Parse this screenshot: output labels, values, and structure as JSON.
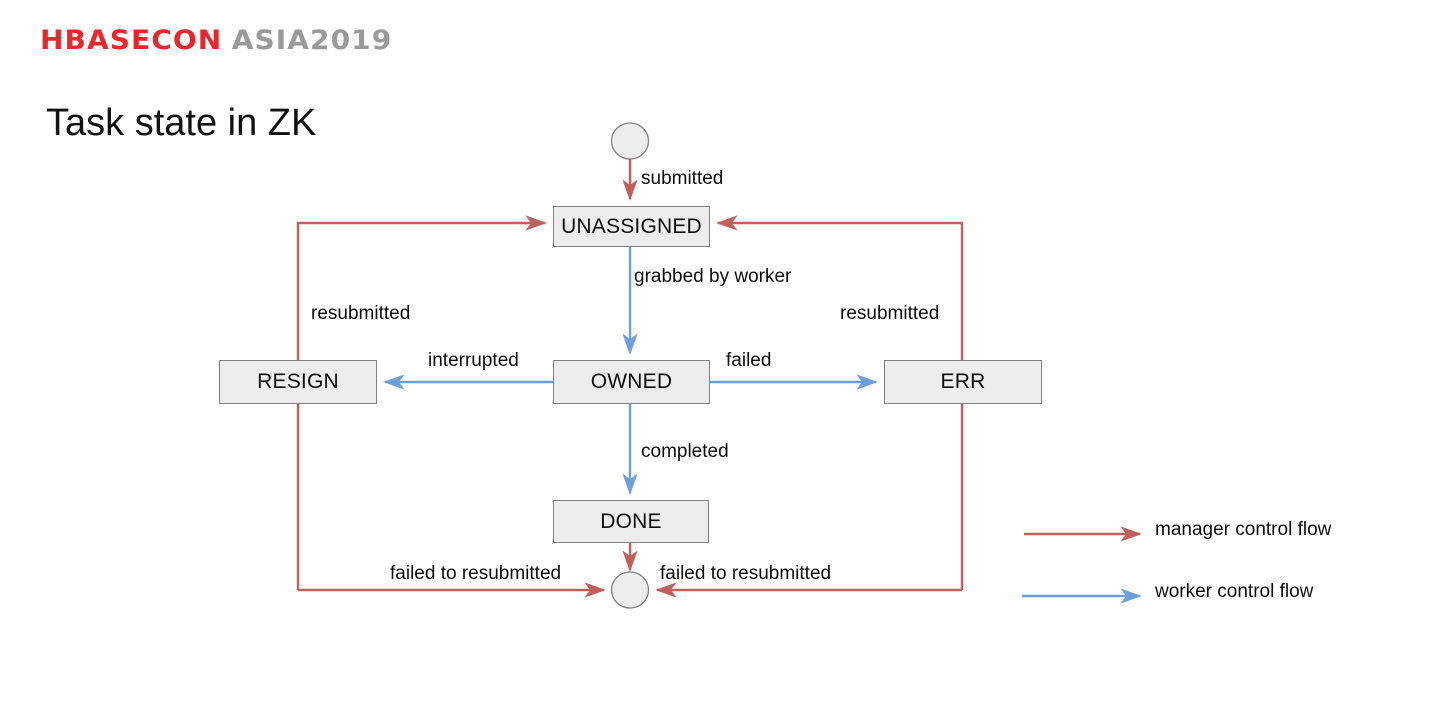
{
  "brand": {
    "part1": "HBASECON",
    "part2": "ASIA2019",
    "color1": "#e8272d",
    "color2": "#9a9a9a"
  },
  "slide": {
    "title": "Task state in ZK"
  },
  "diagram": {
    "type": "state-machine",
    "node_fill": "#ededed",
    "node_border": "#808080",
    "manager_color": "#c0605c",
    "worker_color": "#6f9fd8",
    "nodes": [
      {
        "id": "start",
        "label": "",
        "shape": "circle"
      },
      {
        "id": "unassigned",
        "label": "UNASSIGNED",
        "shape": "rect"
      },
      {
        "id": "resign",
        "label": "RESIGN",
        "shape": "rect"
      },
      {
        "id": "owned",
        "label": "OWNED",
        "shape": "rect"
      },
      {
        "id": "err",
        "label": "ERR",
        "shape": "rect"
      },
      {
        "id": "done",
        "label": "DONE",
        "shape": "rect"
      },
      {
        "id": "end",
        "label": "",
        "shape": "circle"
      }
    ],
    "edges": [
      {
        "from": "start",
        "to": "unassigned",
        "label": "submitted",
        "flow": "manager"
      },
      {
        "from": "unassigned",
        "to": "owned",
        "label": "grabbed by worker",
        "flow": "worker"
      },
      {
        "from": "owned",
        "to": "resign",
        "label": "interrupted",
        "flow": "worker"
      },
      {
        "from": "owned",
        "to": "err",
        "label": "failed",
        "flow": "worker"
      },
      {
        "from": "owned",
        "to": "done",
        "label": "completed",
        "flow": "worker"
      },
      {
        "from": "resign",
        "to": "unassigned",
        "label": "resubmitted",
        "flow": "manager"
      },
      {
        "from": "err",
        "to": "unassigned",
        "label": "resubmitted",
        "flow": "manager"
      },
      {
        "from": "done",
        "to": "end",
        "label": "",
        "flow": "manager"
      },
      {
        "from": "resign",
        "to": "end",
        "label": "failed to resubmitted",
        "flow": "manager"
      },
      {
        "from": "err",
        "to": "end",
        "label": "failed to resubmitted",
        "flow": "manager"
      }
    ]
  },
  "legend": {
    "items": [
      {
        "label": "manager control flow",
        "color": "#c0605c"
      },
      {
        "label": "worker control flow",
        "color": "#6f9fd8"
      }
    ]
  }
}
